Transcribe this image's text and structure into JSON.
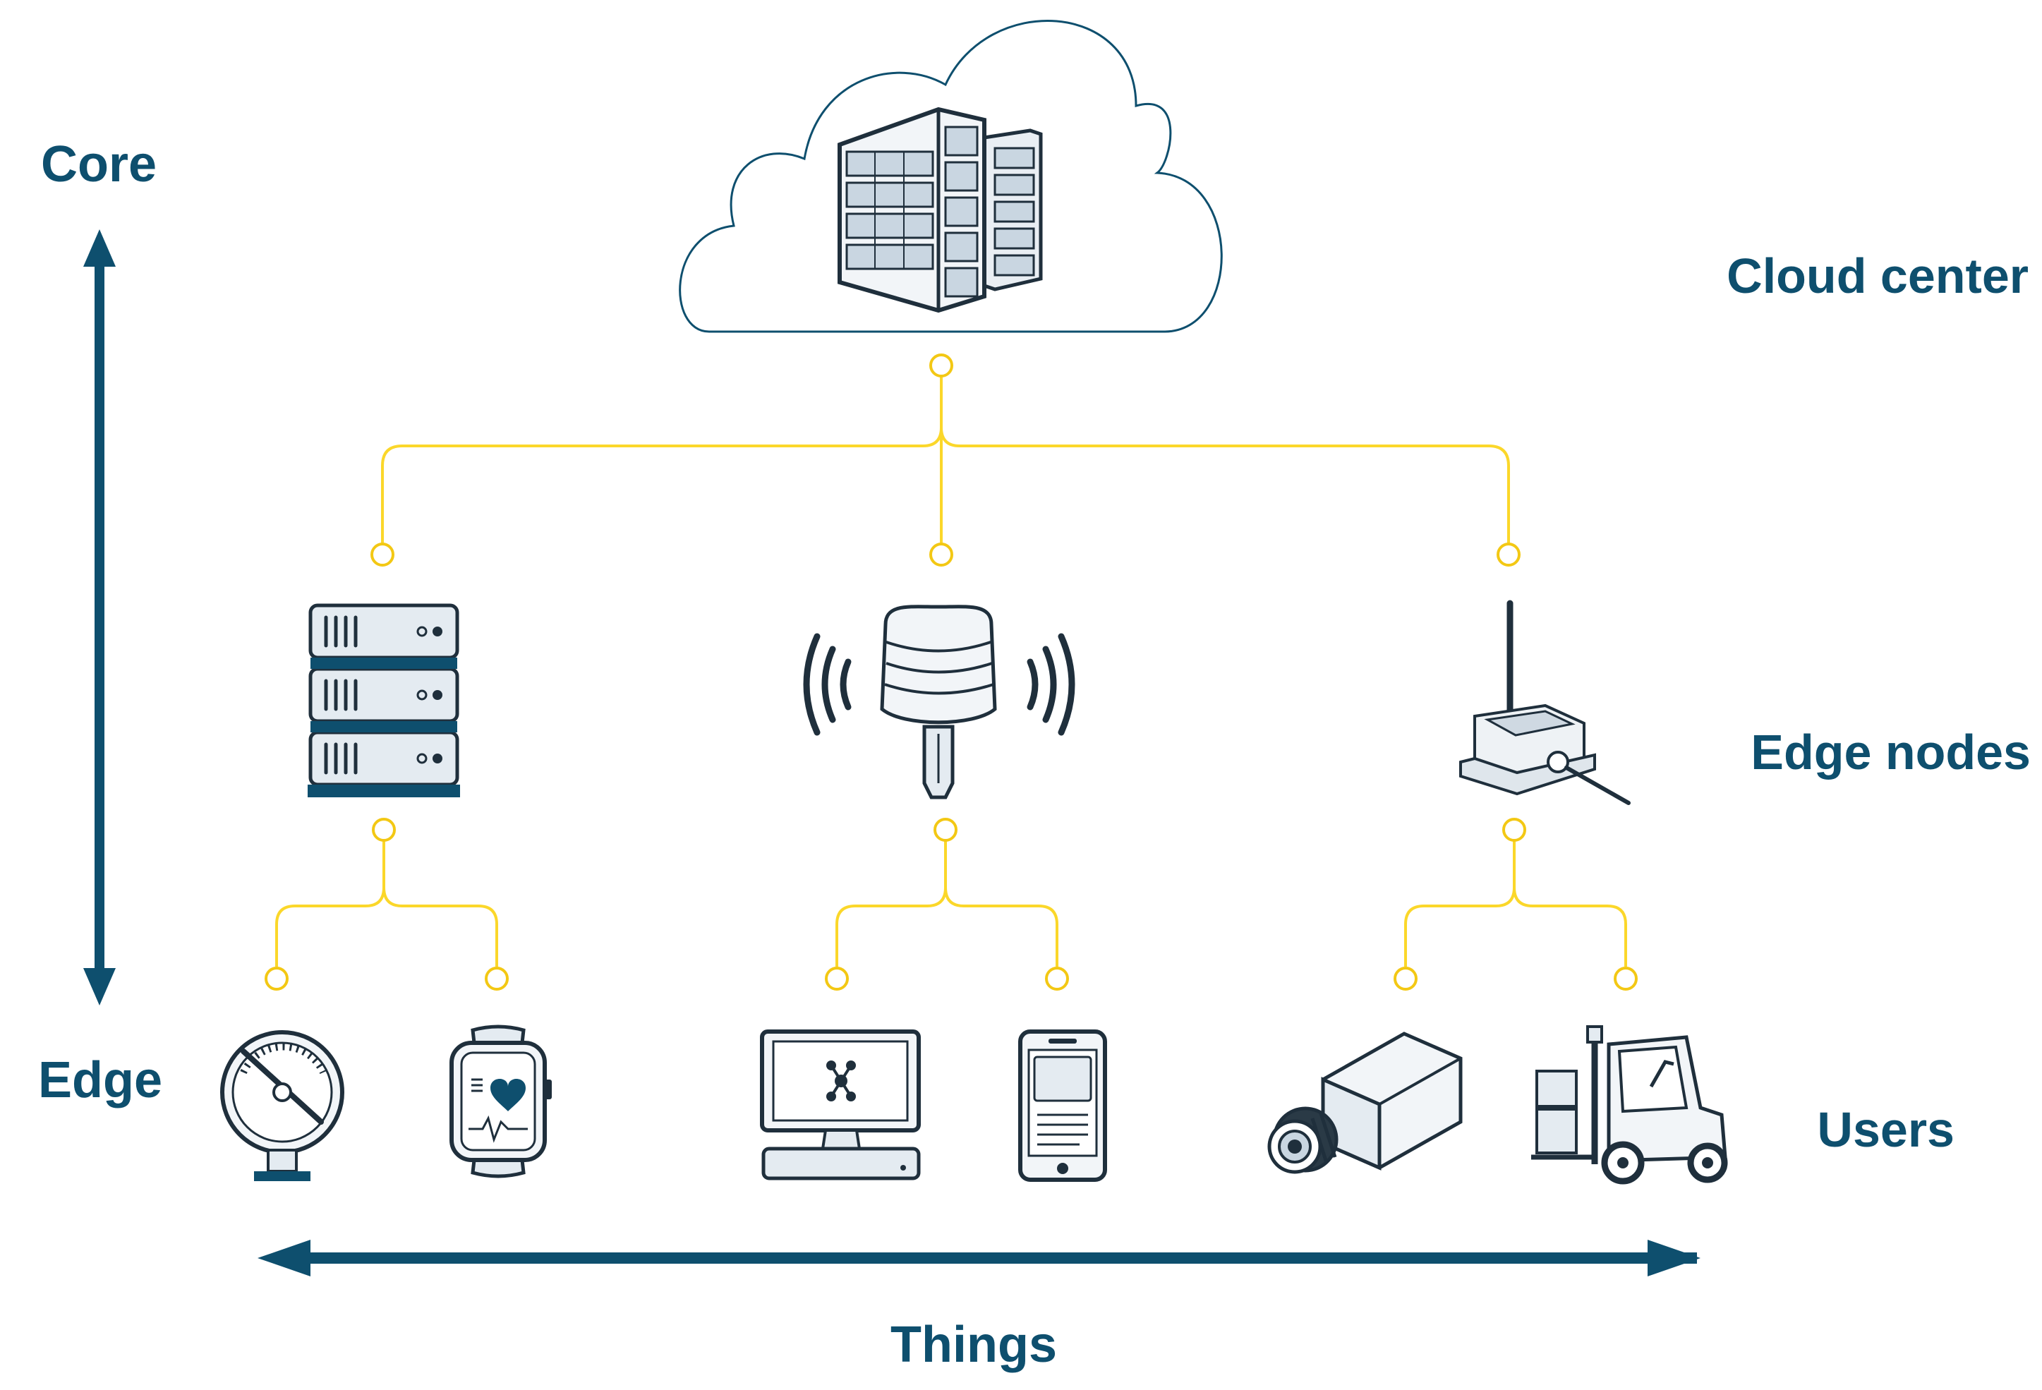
{
  "labels": {
    "core": "Core",
    "edge": "Edge",
    "things": "Things",
    "cloud_center": "Cloud center",
    "edge_nodes": "Edge nodes",
    "users": "Users"
  },
  "icons": {
    "cloud": "cloud-datacenter-icon",
    "edge_node_1": "server-rack-icon",
    "edge_node_2": "wireless-sensor-icon",
    "edge_node_3": "antenna-gateway-icon",
    "user_1": "pressure-gauge-icon",
    "user_2": "smartwatch-icon",
    "user_3": "desktop-computer-icon",
    "user_4": "smartphone-icon",
    "user_5": "industrial-camera-icon",
    "user_6": "forklift-icon"
  },
  "colors": {
    "label": "#0e4f6e",
    "arrow": "#0e4f6e",
    "connector": "#fbd72a",
    "icon_ink": "#1f2f3c"
  }
}
